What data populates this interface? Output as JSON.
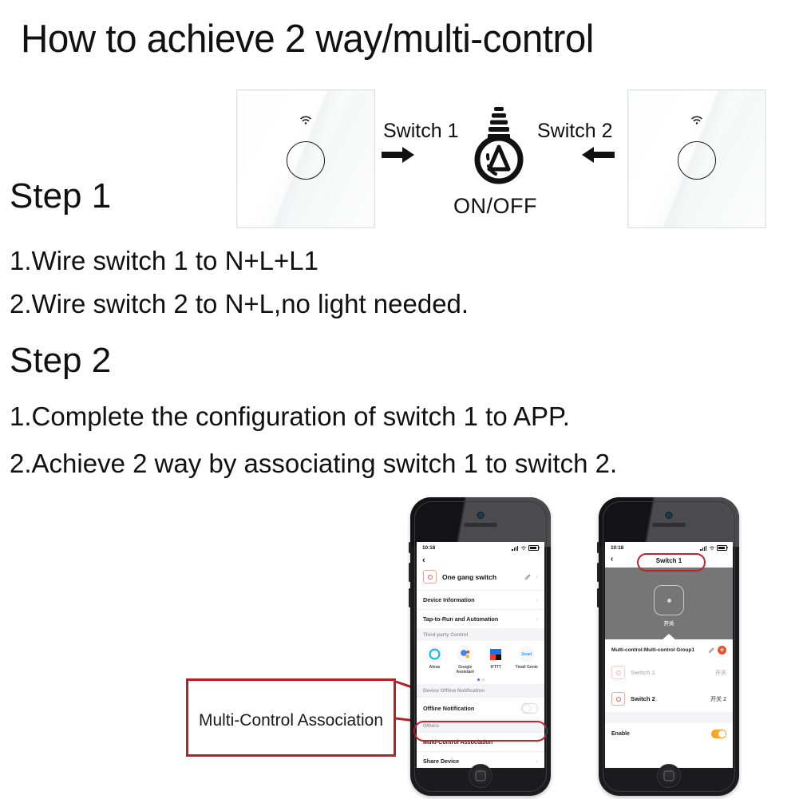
{
  "title": "How to achieve 2 way/multi-control",
  "diagram": {
    "switch1_label": "Switch 1",
    "switch2_label": "Switch 2",
    "onoff_label": "ON/OFF",
    "bulb_icon": "light-bulb-icon",
    "wifi_icon": "wifi-icon"
  },
  "steps": [
    {
      "heading": "Step 1",
      "lines": [
        "1.Wire switch 1 to N+L+L1",
        "2.Wire switch 2 to N+L,no light needed."
      ]
    },
    {
      "heading": "Step 2",
      "lines": [
        "1.Complete the configuration of switch 1 to APP.",
        "2.Achieve 2 way by associating switch 1 to switch 2."
      ]
    }
  ],
  "callout": {
    "text": "Multi-Control Association",
    "border_color": "#b72025"
  },
  "phone1": {
    "statusbar": {
      "time": "10:18",
      "signal_icon": "signal-bars-icon",
      "wifi_icon": "wifi-icon",
      "battery_icon": "battery-icon"
    },
    "back_icon": "back-chevron-icon",
    "device": {
      "name": "One gang switch",
      "edit_icon": "pencil-icon",
      "chevron_icon": "chevron-right-icon"
    },
    "rows": [
      {
        "label": "Device Information",
        "chevron": "›"
      },
      {
        "label": "Tap-to-Run and Automation",
        "chevron": "›"
      }
    ],
    "third_party_header": "Third-party Control",
    "third_party": [
      {
        "label": "Alexa",
        "icon": "alexa-icon"
      },
      {
        "label": "Google Assistant",
        "icon": "google-assistant-icon"
      },
      {
        "label": "IFTTT",
        "icon": "ifttt-icon"
      },
      {
        "label": "Tmall Genie",
        "icon": "tmall-genie-icon"
      }
    ],
    "offline_header": "Device Offline Notification",
    "offline_row": {
      "label": "Offline Notification",
      "toggle": "off"
    },
    "others_header": "Others",
    "multi_control_row": {
      "label": "Multi-Control Association",
      "chevron": "›",
      "highlighted": true
    },
    "share_row": {
      "label": "Share Device",
      "chevron": "›"
    }
  },
  "phone2": {
    "statusbar": {
      "time": "10:18",
      "signal_icon": "signal-bars-icon",
      "wifi_icon": "wifi-icon",
      "battery_icon": "battery-icon"
    },
    "back_icon": "back-chevron-icon",
    "nav_title": "Switch 1",
    "hero": {
      "tile_icon": "switch-tile-icon",
      "tile_label": "开关"
    },
    "group": {
      "label": "Multi-control:Multi-control Group1",
      "edit_icon": "pencil-icon",
      "add_icon": "plus-icon"
    },
    "devices": [
      {
        "name": "Switch 1",
        "sub": "开关",
        "muted": true
      },
      {
        "name": "Switch 2",
        "sub": "开关 2",
        "muted": false
      }
    ],
    "enable_row": {
      "label": "Enable",
      "toggle": "on",
      "toggle_color": "#f5a623"
    }
  }
}
